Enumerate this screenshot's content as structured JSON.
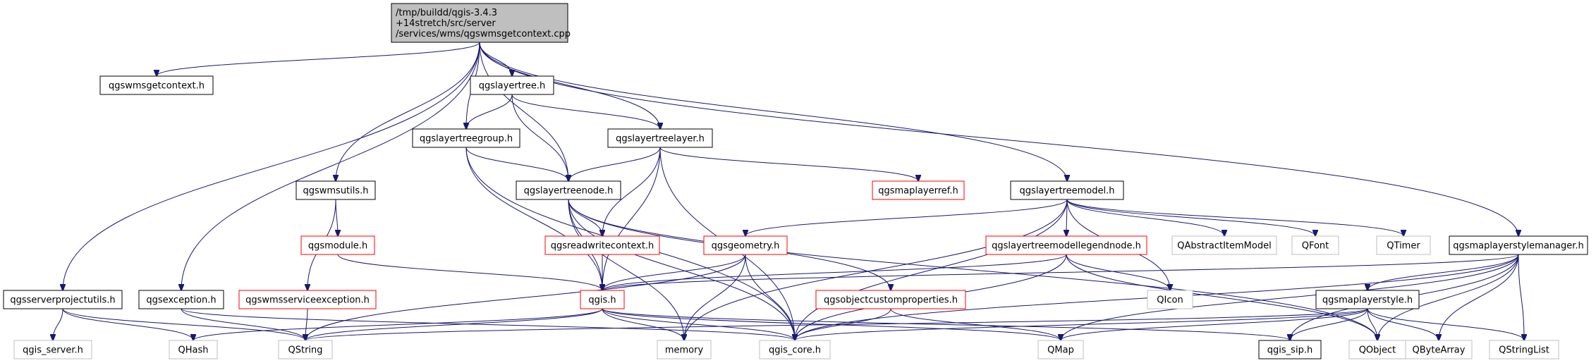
{
  "colors": {
    "edge": "#191970",
    "root_fill": "#bfbfbf",
    "root_border": "#000000",
    "normal_border": "#000000",
    "red_border": "#ff0000",
    "gray_border": "#bfbfbf",
    "node_fill": "#ffffff"
  },
  "nodes": [
    {
      "id": "root",
      "lines": [
        "/tmp/buildd/qgis-3.4.3",
        "+14stretch/src/server",
        "/services/wms/qgswmsgetcontext.cpp"
      ],
      "style": "root"
    },
    {
      "id": "getcontext_h",
      "lines": [
        "qgswmsgetcontext.h"
      ],
      "style": "normal"
    },
    {
      "id": "layertree_h",
      "lines": [
        "qgslayertree.h"
      ],
      "style": "normal"
    },
    {
      "id": "layertreegroup_h",
      "lines": [
        "qgslayertreegroup.h"
      ],
      "style": "normal"
    },
    {
      "id": "layertreelayer_h",
      "lines": [
        "qgslayertreelayer.h"
      ],
      "style": "normal"
    },
    {
      "id": "layertreenode_h",
      "lines": [
        "qgslayertreenode.h"
      ],
      "style": "normal"
    },
    {
      "id": "wmsutils_h",
      "lines": [
        "qgswmsutils.h"
      ],
      "style": "normal"
    },
    {
      "id": "maplayerref_h",
      "lines": [
        "qgsmaplayerref.h"
      ],
      "style": "red"
    },
    {
      "id": "layertreemodel_h",
      "lines": [
        "qgslayertreemodel.h"
      ],
      "style": "normal"
    },
    {
      "id": "module_h",
      "lines": [
        "qgsmodule.h"
      ],
      "style": "red"
    },
    {
      "id": "readwritecontext_h",
      "lines": [
        "qgsreadwritecontext.h"
      ],
      "style": "red"
    },
    {
      "id": "geometry_h",
      "lines": [
        "qgsgeometry.h"
      ],
      "style": "red"
    },
    {
      "id": "modellegendnode_h",
      "lines": [
        "qgslayertreemodellegendnode.h"
      ],
      "style": "red"
    },
    {
      "id": "abstractitemmodel",
      "lines": [
        "QAbstractItemModel"
      ],
      "style": "gray"
    },
    {
      "id": "qfont",
      "lines": [
        "QFont"
      ],
      "style": "gray"
    },
    {
      "id": "qtimer",
      "lines": [
        "QTimer"
      ],
      "style": "gray"
    },
    {
      "id": "stylemanager_h",
      "lines": [
        "qgsmaplayerstylemanager.h"
      ],
      "style": "normal"
    },
    {
      "id": "serverprojectutils_h",
      "lines": [
        "qgsserverprojectutils.h"
      ],
      "style": "normal"
    },
    {
      "id": "exception_h",
      "lines": [
        "qgsexception.h"
      ],
      "style": "normal"
    },
    {
      "id": "serviceexception_h",
      "lines": [
        "qgswmsserviceexception.h"
      ],
      "style": "red"
    },
    {
      "id": "qgis_h",
      "lines": [
        "qgis.h"
      ],
      "style": "red"
    },
    {
      "id": "customprops_h",
      "lines": [
        "qgsobjectcustomproperties.h"
      ],
      "style": "red"
    },
    {
      "id": "qicon",
      "lines": [
        "QIcon"
      ],
      "style": "gray"
    },
    {
      "id": "maplayerstyle_h",
      "lines": [
        "qgsmaplayerstyle.h"
      ],
      "style": "normal"
    },
    {
      "id": "qgis_server_h",
      "lines": [
        "qgis_server.h"
      ],
      "style": "gray"
    },
    {
      "id": "qhash",
      "lines": [
        "QHash"
      ],
      "style": "gray"
    },
    {
      "id": "qstring",
      "lines": [
        "QString"
      ],
      "style": "gray"
    },
    {
      "id": "memory",
      "lines": [
        "memory"
      ],
      "style": "gray"
    },
    {
      "id": "qgis_core_h",
      "lines": [
        "qgis_core.h"
      ],
      "style": "gray"
    },
    {
      "id": "qmap",
      "lines": [
        "QMap"
      ],
      "style": "gray"
    },
    {
      "id": "qgis_sip_h",
      "lines": [
        "qgis_sip.h"
      ],
      "style": "normal"
    },
    {
      "id": "qobject",
      "lines": [
        "QObject"
      ],
      "style": "gray"
    },
    {
      "id": "qbytearray",
      "lines": [
        "QByteArray"
      ],
      "style": "gray"
    },
    {
      "id": "qstringlist",
      "lines": [
        "QStringList"
      ],
      "style": "gray"
    }
  ],
  "edges": [
    [
      "root",
      "getcontext_h"
    ],
    [
      "root",
      "layertree_h"
    ],
    [
      "root",
      "layertreegroup_h"
    ],
    [
      "root",
      "layertreelayer_h"
    ],
    [
      "root",
      "layertreenode_h"
    ],
    [
      "root",
      "wmsutils_h"
    ],
    [
      "root",
      "layertreemodel_h"
    ],
    [
      "root",
      "stylemanager_h"
    ],
    [
      "root",
      "serverprojectutils_h"
    ],
    [
      "root",
      "exception_h"
    ],
    [
      "layertree_h",
      "layertreegroup_h"
    ],
    [
      "layertree_h",
      "layertreelayer_h"
    ],
    [
      "layertree_h",
      "layertreenode_h"
    ],
    [
      "layertreegroup_h",
      "layertreenode_h"
    ],
    [
      "layertreegroup_h",
      "qgis_h"
    ],
    [
      "layertreegroup_h",
      "qgis_core_h"
    ],
    [
      "layertreelayer_h",
      "layertreenode_h"
    ],
    [
      "layertreelayer_h",
      "maplayerref_h"
    ],
    [
      "layertreelayer_h",
      "readwritecontext_h"
    ],
    [
      "layertreelayer_h",
      "qgis_h"
    ],
    [
      "layertreelayer_h",
      "qgis_core_h"
    ],
    [
      "layertreenode_h",
      "readwritecontext_h"
    ],
    [
      "layertreenode_h",
      "qgis_h"
    ],
    [
      "layertreenode_h",
      "customprops_h"
    ],
    [
      "layertreenode_h",
      "qgis_core_h"
    ],
    [
      "layertreenode_h",
      "qobject"
    ],
    [
      "layertreenode_h",
      "memory"
    ],
    [
      "wmsutils_h",
      "module_h"
    ],
    [
      "wmsutils_h",
      "serviceexception_h"
    ],
    [
      "module_h",
      "qgis_h"
    ],
    [
      "readwritecontext_h",
      "qgis_h"
    ],
    [
      "serviceexception_h",
      "qstring"
    ],
    [
      "exception_h",
      "qstring"
    ],
    [
      "exception_h",
      "qgis_core_h"
    ],
    [
      "serverprojectutils_h",
      "qgis_server_h"
    ],
    [
      "serverprojectutils_h",
      "qhash"
    ],
    [
      "serverprojectutils_h",
      "qstring"
    ],
    [
      "layertreemodel_h",
      "geometry_h"
    ],
    [
      "layertreemodel_h",
      "modellegendnode_h"
    ],
    [
      "layertreemodel_h",
      "abstractitemmodel"
    ],
    [
      "layertreemodel_h",
      "qfont"
    ],
    [
      "layertreemodel_h",
      "qtimer"
    ],
    [
      "layertreemodel_h",
      "qicon"
    ],
    [
      "layertreemodel_h",
      "qgis_core_h"
    ],
    [
      "layertreemodel_h",
      "memory"
    ],
    [
      "geometry_h",
      "qgis_h"
    ],
    [
      "geometry_h",
      "qgis_core_h"
    ],
    [
      "geometry_h",
      "memory"
    ],
    [
      "geometry_h",
      "qstring"
    ],
    [
      "modellegendnode_h",
      "qgis_h"
    ],
    [
      "modellegendnode_h",
      "qicon"
    ],
    [
      "modellegendnode_h",
      "qgis_core_h"
    ],
    [
      "modellegendnode_h",
      "qobject"
    ],
    [
      "qgis_h",
      "qhash"
    ],
    [
      "qgis_h",
      "qstring"
    ],
    [
      "qgis_h",
      "memory"
    ],
    [
      "qgis_h",
      "qgis_core_h"
    ],
    [
      "qgis_h",
      "qmap"
    ],
    [
      "qgis_h",
      "qgis_sip_h"
    ],
    [
      "customprops_h",
      "qgis_core_h"
    ],
    [
      "customprops_h",
      "qmap"
    ],
    [
      "stylemanager_h",
      "qgis_h"
    ],
    [
      "stylemanager_h",
      "maplayerstyle_h"
    ],
    [
      "stylemanager_h",
      "qgis_core_h"
    ],
    [
      "stylemanager_h",
      "qgis_sip_h"
    ],
    [
      "stylemanager_h",
      "qobject"
    ],
    [
      "stylemanager_h",
      "qbytearray"
    ],
    [
      "stylemanager_h",
      "qstringlist"
    ],
    [
      "stylemanager_h",
      "qmap"
    ],
    [
      "maplayerstyle_h",
      "qgis_core_h"
    ],
    [
      "maplayerstyle_h",
      "qgis_sip_h"
    ],
    [
      "maplayerstyle_h",
      "qobject"
    ],
    [
      "maplayerstyle_h",
      "qbytearray"
    ],
    [
      "maplayerstyle_h",
      "qstringlist"
    ],
    [
      "maplayerstyle_h",
      "qmap"
    ],
    [
      "maplayerstyle_h",
      "qstring"
    ]
  ]
}
